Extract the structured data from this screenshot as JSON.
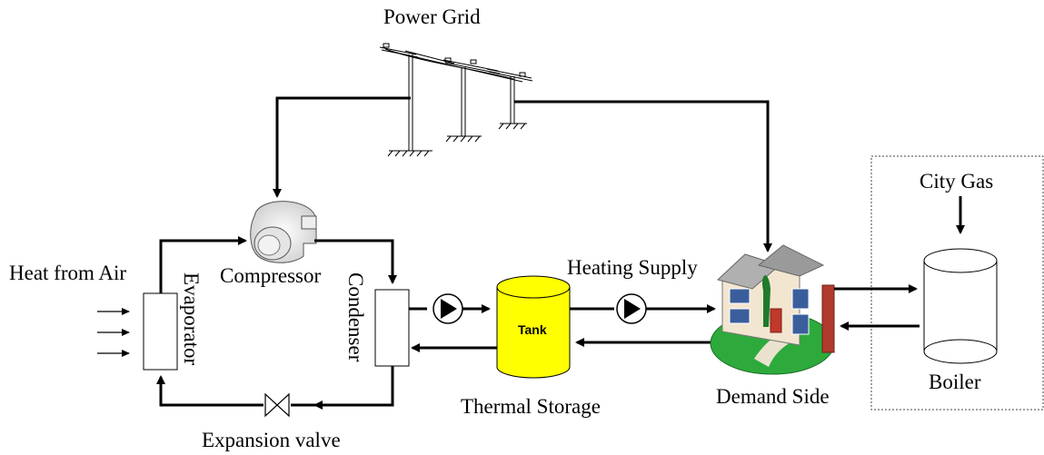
{
  "labels": {
    "power_grid": "Power Grid",
    "heat_from_air": "Heat from Air",
    "evaporator": "Evaporator",
    "compressor": "Compressor",
    "condenser": "Condenser",
    "expansion_valve": "Expansion valve",
    "heating_supply": "Heating Supply",
    "tank": "Tank",
    "thermal_storage": "Thermal Storage",
    "demand_side": "Demand Side",
    "city_gas": "City Gas",
    "boiler": "Boiler"
  },
  "colors": {
    "tank_fill": "#ffff00",
    "house_wall": "#f2e6d0",
    "house_roof": "#b0b0b0",
    "house_accent": "#c0392b",
    "lawn": "#2eaa3c",
    "window": "#3a5e9c"
  }
}
